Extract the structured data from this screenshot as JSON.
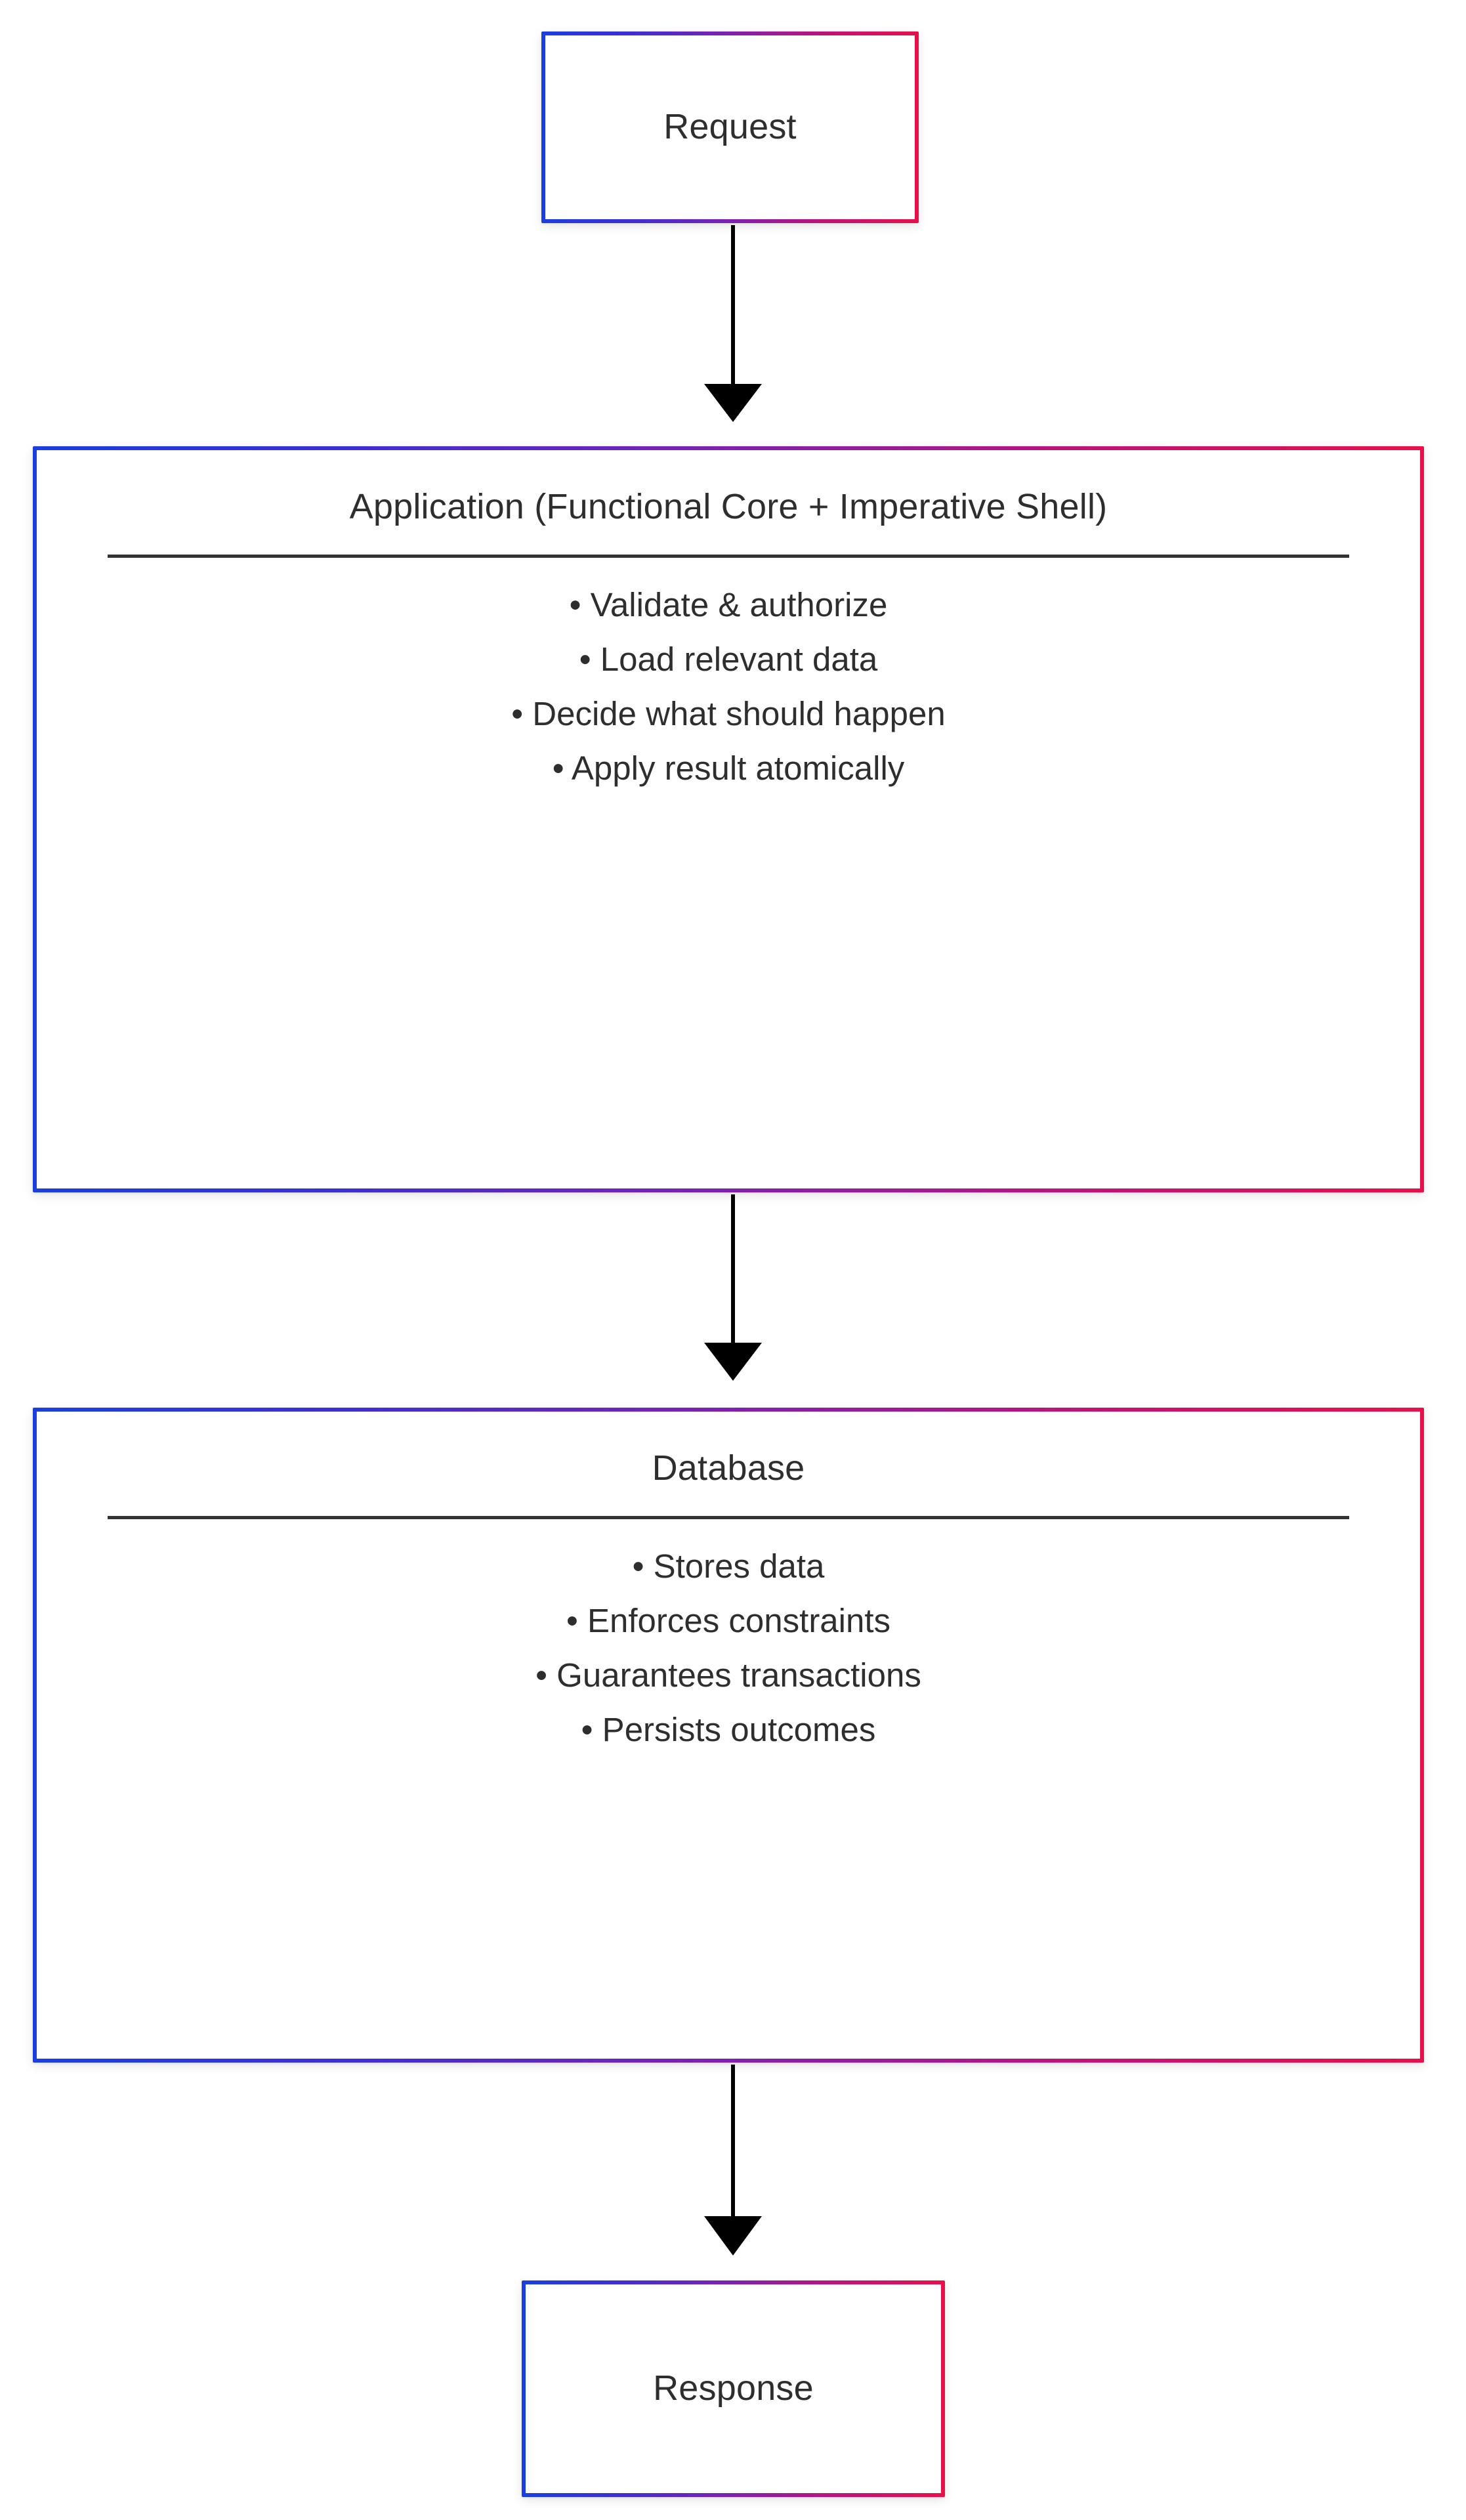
{
  "diagram": {
    "type": "flowchart",
    "orientation": "top-to-bottom",
    "background_color": "#ffffff",
    "border_gradient_start": "#1a3fe0",
    "border_gradient_end": "#e8104a",
    "text_color": "#2e2e2e",
    "arrow_color": "#000000",
    "divider_color": "#333333"
  },
  "nodes": [
    {
      "id": "request",
      "title": "Request"
    },
    {
      "id": "application",
      "title": "Application (Functional Core + Imperative Shell)",
      "bullets": [
        "• Validate & authorize",
        "• Load relevant data",
        "• Decide what should happen",
        "• Apply result atomically"
      ]
    },
    {
      "id": "database",
      "title": "Database",
      "bullets": [
        "• Stores data",
        "• Enforces constraints",
        "• Guarantees transactions",
        "• Persists outcomes"
      ]
    },
    {
      "id": "response",
      "title": "Response"
    }
  ],
  "edges": [
    {
      "id": "edge-request-application",
      "from": "request",
      "to": "application",
      "label": ""
    },
    {
      "id": "edge-application-database",
      "from": "application",
      "to": "database",
      "label": ""
    },
    {
      "id": "edge-database-response",
      "from": "database",
      "to": "response",
      "label": ""
    }
  ]
}
